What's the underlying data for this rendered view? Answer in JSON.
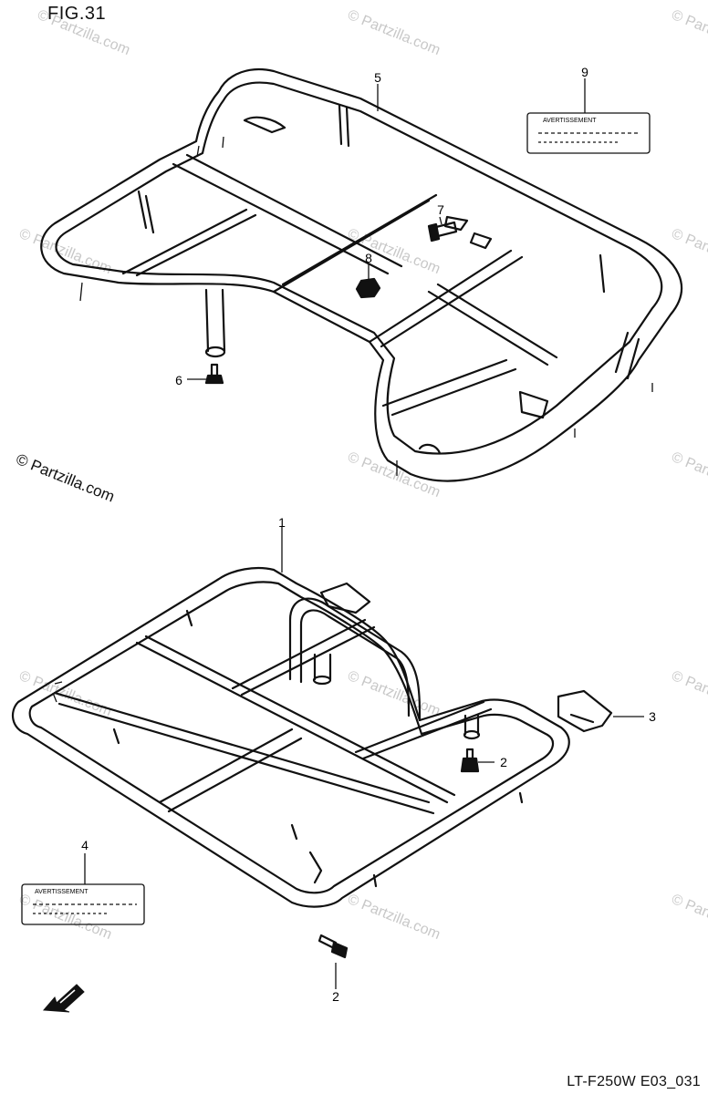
{
  "title": "FIG.31",
  "diagram_code": "LT-F250W E03_031",
  "copyright": "© Partzilla.com",
  "watermark": "© Partzilla.com",
  "labels": {
    "l1": "1",
    "l2a": "2",
    "l2b": "2",
    "l3": "3",
    "l4": "4",
    "l5": "5",
    "l6": "6",
    "l7": "7",
    "l8": "8",
    "l9": "9"
  },
  "warning_label_text": "AVERTISSEMENT",
  "icons": [
    "front-direction-arrow-icon"
  ]
}
